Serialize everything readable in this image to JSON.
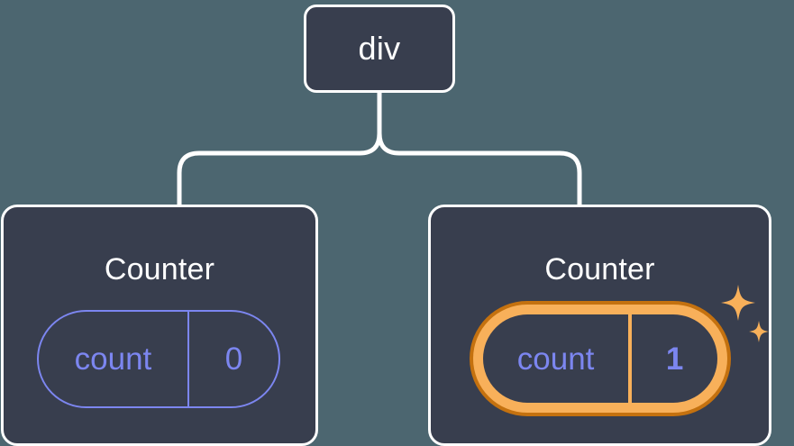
{
  "diagram": {
    "type": "component-tree",
    "background_color": "#4c6670",
    "node_fill_color": "#383e4e",
    "node_border_color": "#ffffff",
    "accent_color": "#7c86f0",
    "highlight_color": "#f8b05a",
    "highlight_outline_color": "#c4710f",
    "connector_color": "#ffffff"
  },
  "root": {
    "label": "div"
  },
  "children": [
    {
      "title": "Counter",
      "state": {
        "key": "count",
        "value": "0"
      },
      "highlighted": false
    },
    {
      "title": "Counter",
      "state": {
        "key": "count",
        "value": "1"
      },
      "highlighted": true,
      "sparkle_icon": "sparkles-icon"
    }
  ]
}
